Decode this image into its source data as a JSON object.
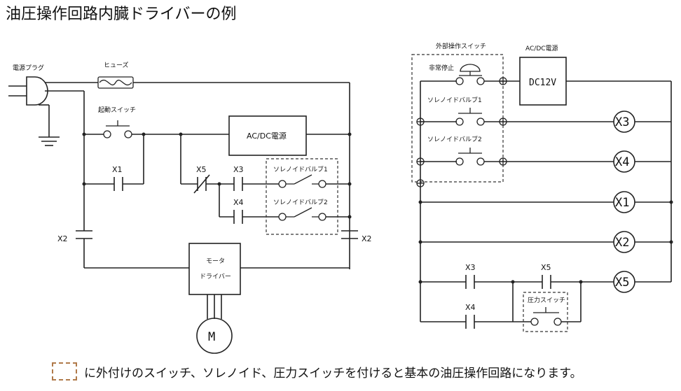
{
  "title": "油圧操作回路内臓ドライバーの例",
  "footer": {
    "text": "に外付けのスイッチ、ソレノイド、圧力スイッチを付けると基本の油圧操作回路になります。"
  },
  "colors": {
    "legend_dash": "#b07a4a",
    "line": "#222222"
  },
  "left": {
    "plug": "電源プラグ",
    "fuse": "ヒューズ",
    "start_switch": "起動スイッチ",
    "psu": "AC/DC電源",
    "x1": "X1",
    "x5": "X5",
    "x3": "X3",
    "x4": "X4",
    "x2_left": "X2",
    "x2_right": "X2",
    "sol1": "ソレノイドバルブ1",
    "sol2": "ソレノイドバルブ2",
    "motor_driver_1": "モータ",
    "motor_driver_2": "ドライバー",
    "motor": "M"
  },
  "right": {
    "ext_switch": "外部操作スイッチ",
    "estop": "非常停止",
    "sol1": "ソレノイドバルブ1",
    "sol2": "ソレノイドバルブ2",
    "psu_label": "AC/DC電源",
    "psu_value": "DC12V",
    "coil_x3": "X3",
    "coil_x4": "X4",
    "coil_x1": "X1",
    "coil_x2": "X2",
    "coil_x5": "X5",
    "contact_x3": "X3",
    "contact_x5": "X5",
    "contact_x4": "X4",
    "pressure_switch": "圧力スイッチ"
  }
}
